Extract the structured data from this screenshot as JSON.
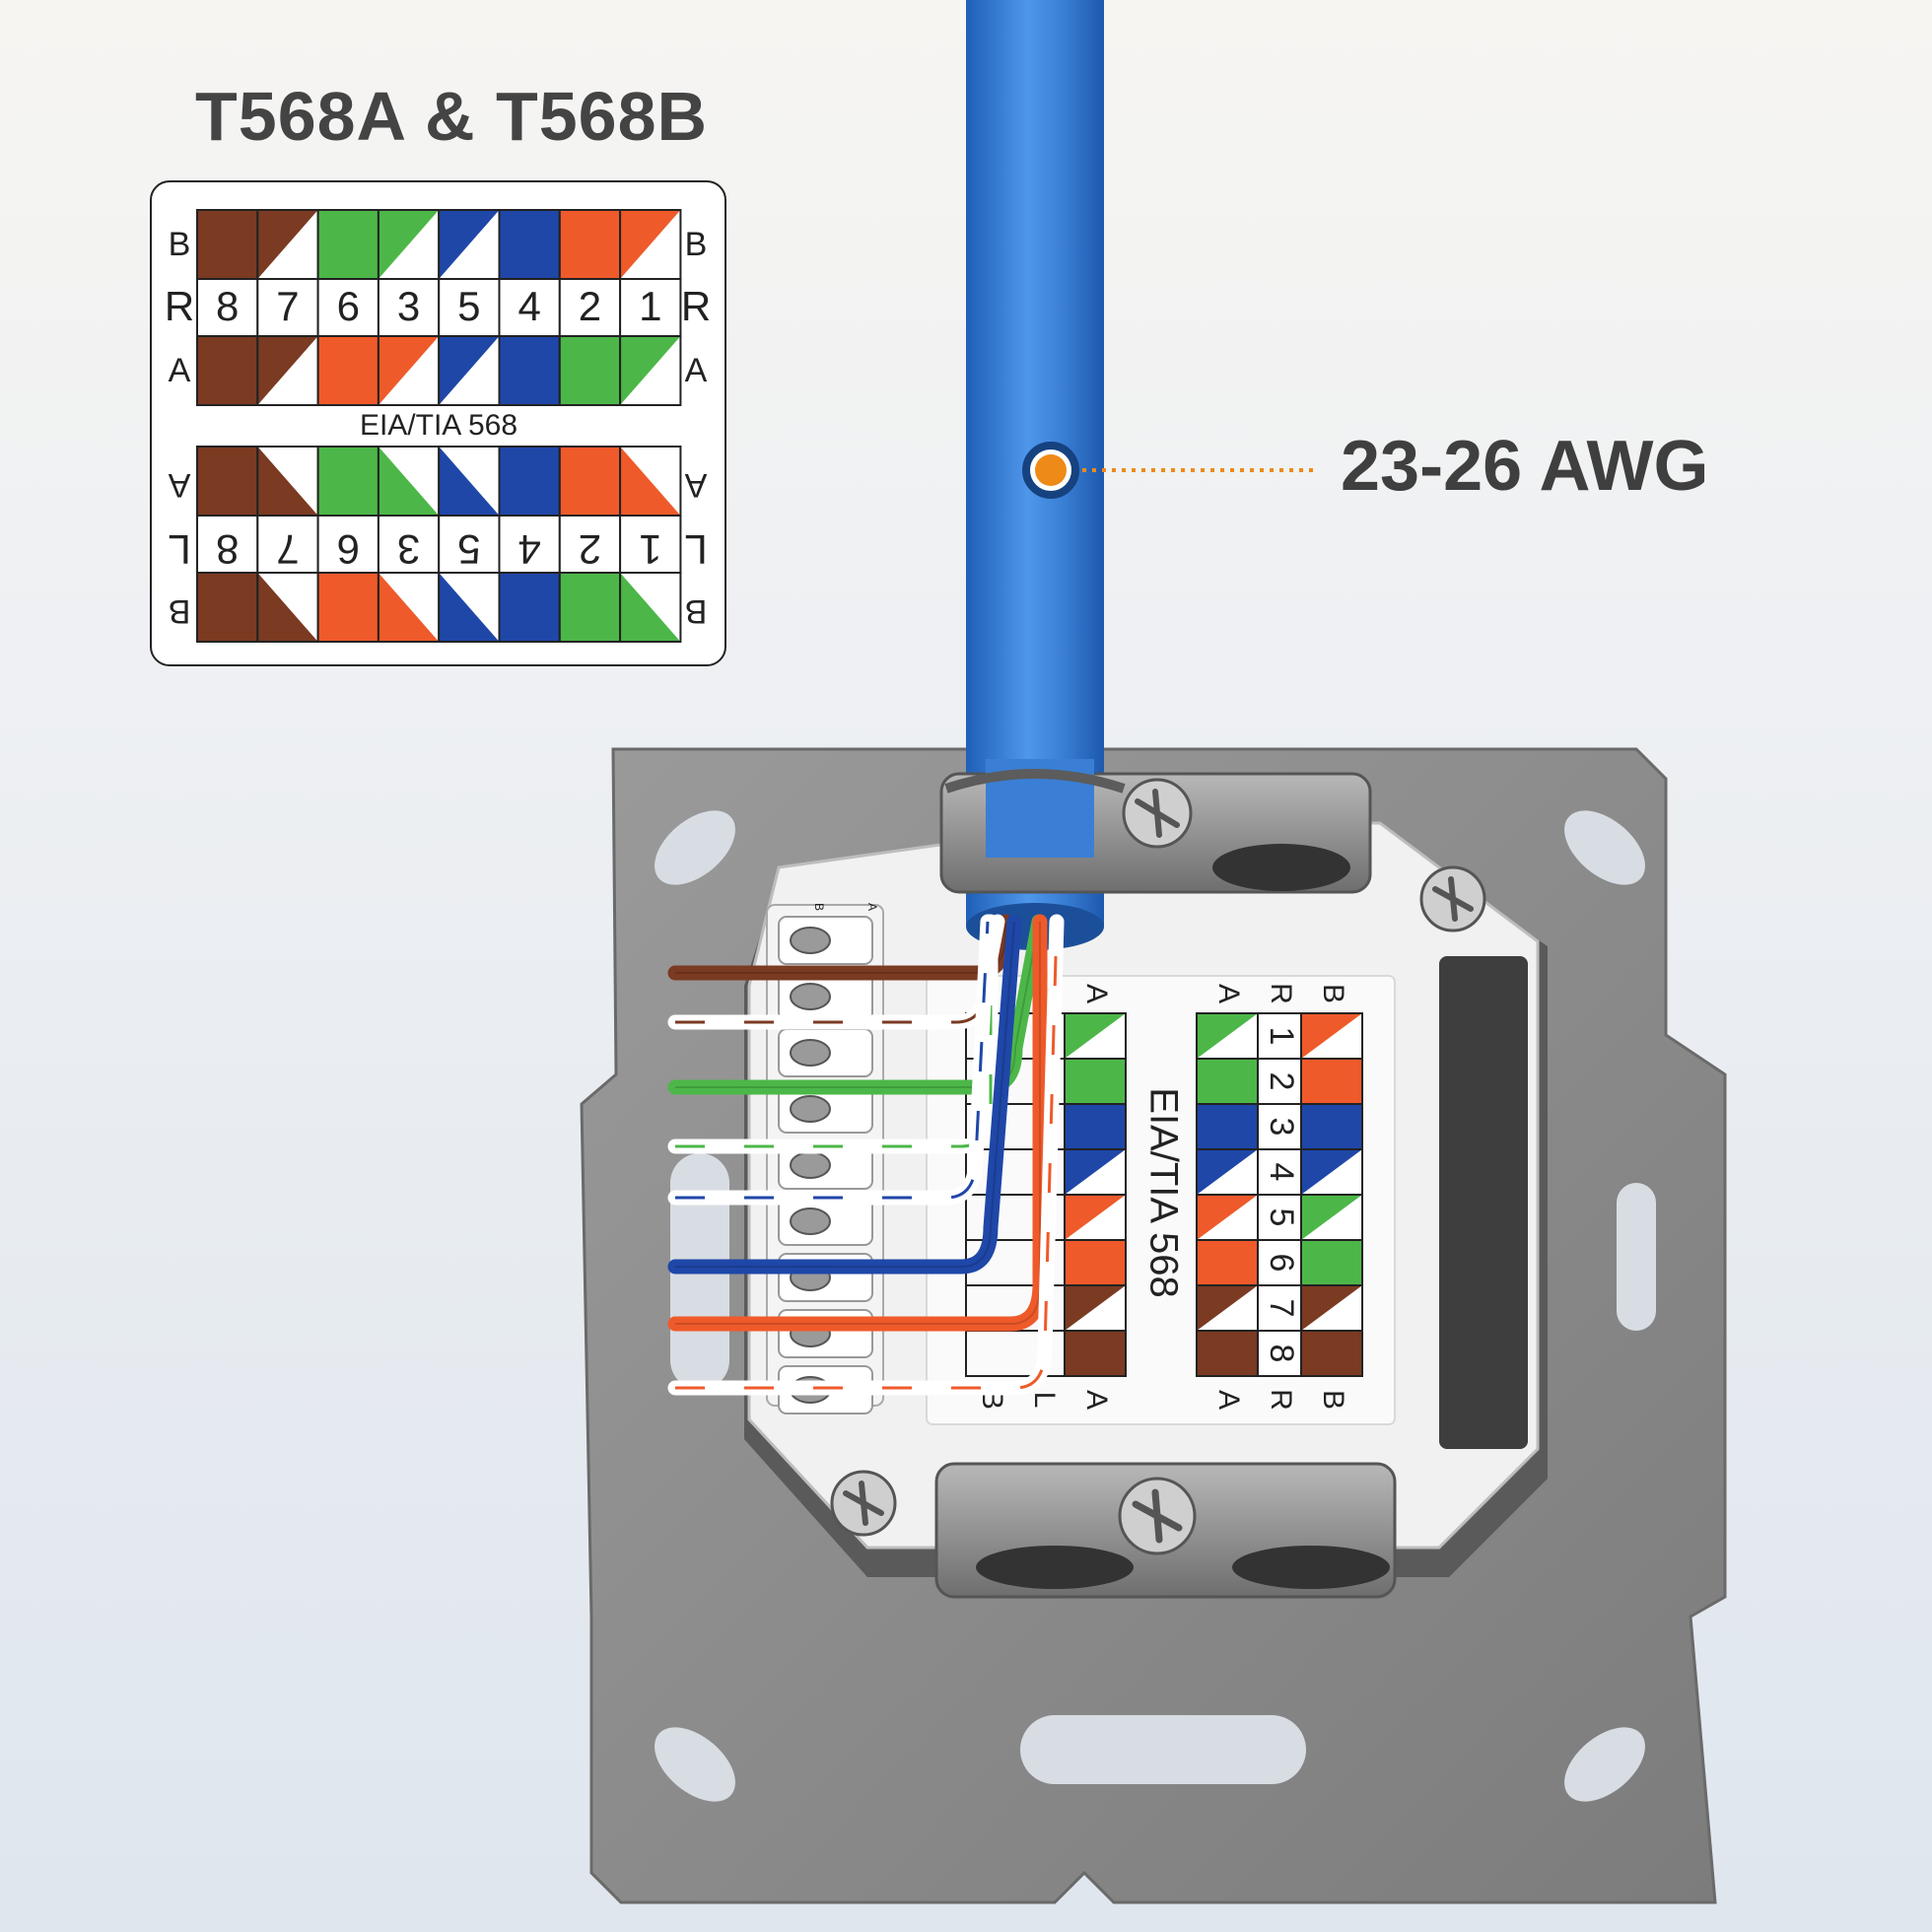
{
  "headline": "T568A & T568B",
  "awg_label": "23-26 AWG",
  "colors": {
    "brown": "#7b3a22",
    "green": "#4cb748",
    "blue": "#1f47a8",
    "orange": "#ef5a2a",
    "cable_blue": "#3a7fd5",
    "callout_orange": "#ee8a17",
    "callout_ring": "#16427f",
    "plate": "#8c8c8c",
    "housing": "#f2f2f2"
  },
  "chart_top": {
    "left_letters": [
      "B",
      "R",
      "A"
    ],
    "right_letters": [
      "B",
      "R",
      "A"
    ],
    "pins": [
      "8",
      "7",
      "6",
      "3",
      "5",
      "4",
      "2",
      "1"
    ],
    "row_b": [
      "brown",
      "brown-white",
      "green",
      "green-white",
      "blue-white",
      "blue",
      "orange",
      "orange-white"
    ],
    "row_a": [
      "brown",
      "brown-white",
      "orange",
      "orange-white",
      "blue-white",
      "blue",
      "green",
      "green-white"
    ]
  },
  "standard_label": "EIA/TIA 568",
  "chart_bottom": {
    "left_letters": [
      "A",
      "L",
      "B"
    ],
    "right_letters": [
      "A",
      "L",
      "B"
    ],
    "pins": [
      "8",
      "7",
      "6",
      "3",
      "5",
      "4",
      "2",
      "1"
    ],
    "row_a": [
      "brown",
      "brown-white",
      "green",
      "green-white",
      "blue-white",
      "blue",
      "orange",
      "orange-white"
    ],
    "row_b": [
      "brown",
      "brown-white",
      "orange",
      "orange-white",
      "blue-white",
      "blue",
      "green",
      "green-white"
    ]
  },
  "module": {
    "left_block_letters_top": "A",
    "left_block_letters_bottom": [
      "B",
      "L",
      "A"
    ],
    "right_block_letters_top": [
      "A",
      "R",
      "B"
    ],
    "right_block_letters_bottom": [
      "A",
      "R",
      "B"
    ],
    "right_block_pins": [
      "1",
      "2",
      "3",
      "4",
      "5",
      "6",
      "7",
      "8"
    ],
    "standard_label": "EIA/TIA  568",
    "idc_small_labels": [
      "B",
      "A"
    ],
    "wires": [
      "brown",
      "brown-white",
      "green",
      "green-white",
      "blue-white",
      "blue",
      "orange",
      "orange-white"
    ]
  },
  "icons": {
    "callout": "callout-dot-icon",
    "screw": "screw-icon"
  }
}
